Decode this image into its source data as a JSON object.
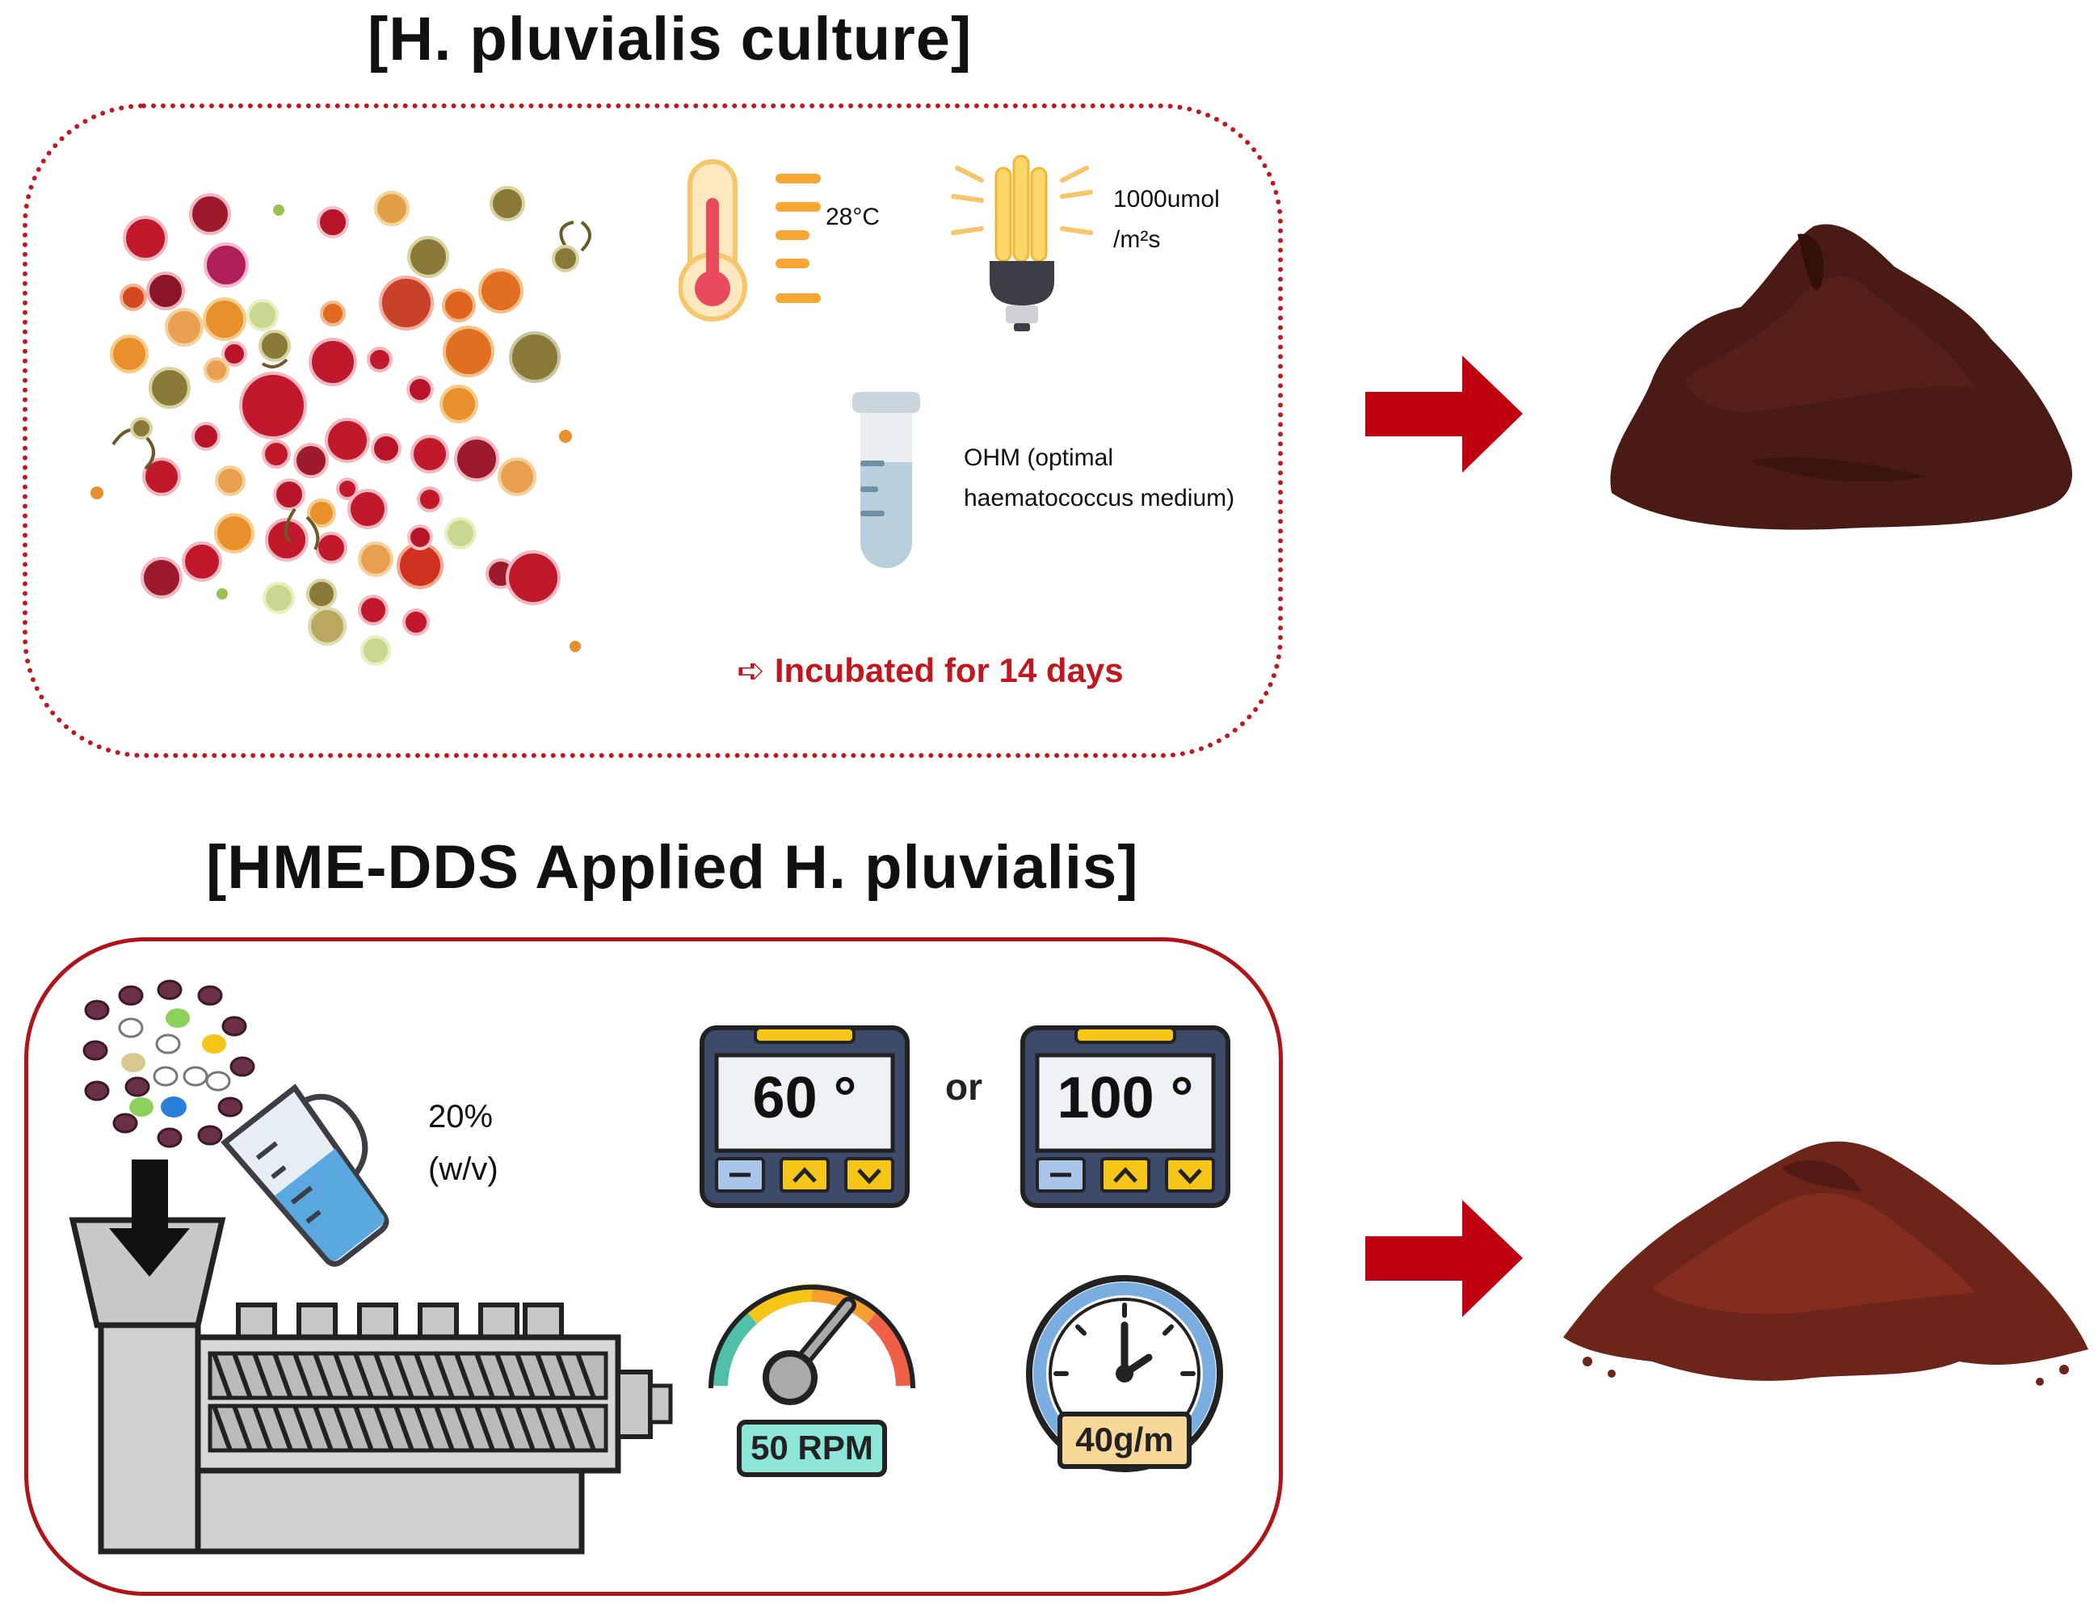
{
  "top": {
    "title": "[H. pluvialis culture]",
    "temperature": "28°C",
    "light_line1": "1000umol",
    "light_line2": "/m²s",
    "medium_line1": "OHM (optimal",
    "medium_line2": "haematococcus medium)",
    "note": "➪ Incubated for 14 days"
  },
  "bottom": {
    "title": "[HME-DDS Applied H. pluvialis]",
    "concentration_line1": "20%",
    "concentration_line2": "(w/v)",
    "temp_a": "60 °",
    "or_label": "or",
    "temp_b": "100 °",
    "rpm": "50 RPM",
    "feed_rate": "40g/m"
  },
  "colors": {
    "accent_red": "#c0181e",
    "powder_dark": "#4a1a14",
    "powder_light": "#6e2519"
  },
  "icons": [
    "cells-cluster",
    "thermometer-icon",
    "bulb-icon",
    "test-tube-icon",
    "arrow-right-icon",
    "powder-image",
    "particles-icon",
    "beaker-icon",
    "extruder-icon",
    "temp-controller-icon",
    "speedometer-icon",
    "stopwatch-icon"
  ]
}
